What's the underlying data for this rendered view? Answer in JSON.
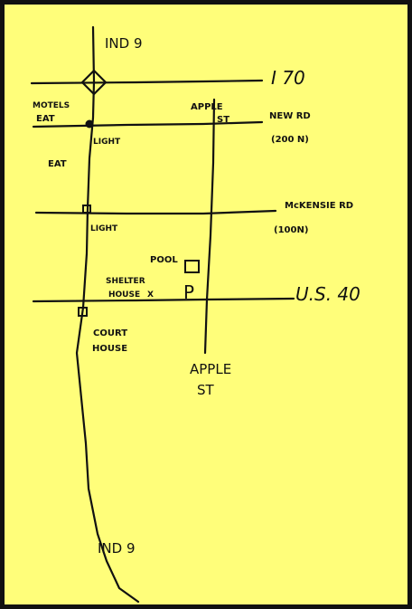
{
  "colors": {
    "paper": "#fffe7a",
    "ink": "#111111",
    "border": "#111111"
  },
  "roads": {
    "ind9_top": "IND 9",
    "ind9_bottom": "IND 9",
    "i70": "I 70",
    "new_rd_line1": "NEW RD",
    "new_rd_line2": "(200 N)",
    "mckensie_line1": "McKENSIE RD",
    "mckensie_line2": "(100N)",
    "us40": "U.S. 40",
    "apple_top_line1": "APPLE",
    "apple_top_line2": "ST",
    "apple_bottom_line1": "APPLE",
    "apple_bottom_line2": "ST"
  },
  "landmarks": {
    "motels": "MOTELS",
    "eat_motels": "EAT",
    "light_top": "LIGHT",
    "eat_side": "EAT",
    "light_mid": "LIGHT",
    "pool": "POOL",
    "shelter_line1": "SHELTER",
    "shelter_line2": "HOUSE",
    "shelter_mark": "X",
    "parking": "P",
    "court_line1": "COURT",
    "court_line2": "HOUSE"
  }
}
